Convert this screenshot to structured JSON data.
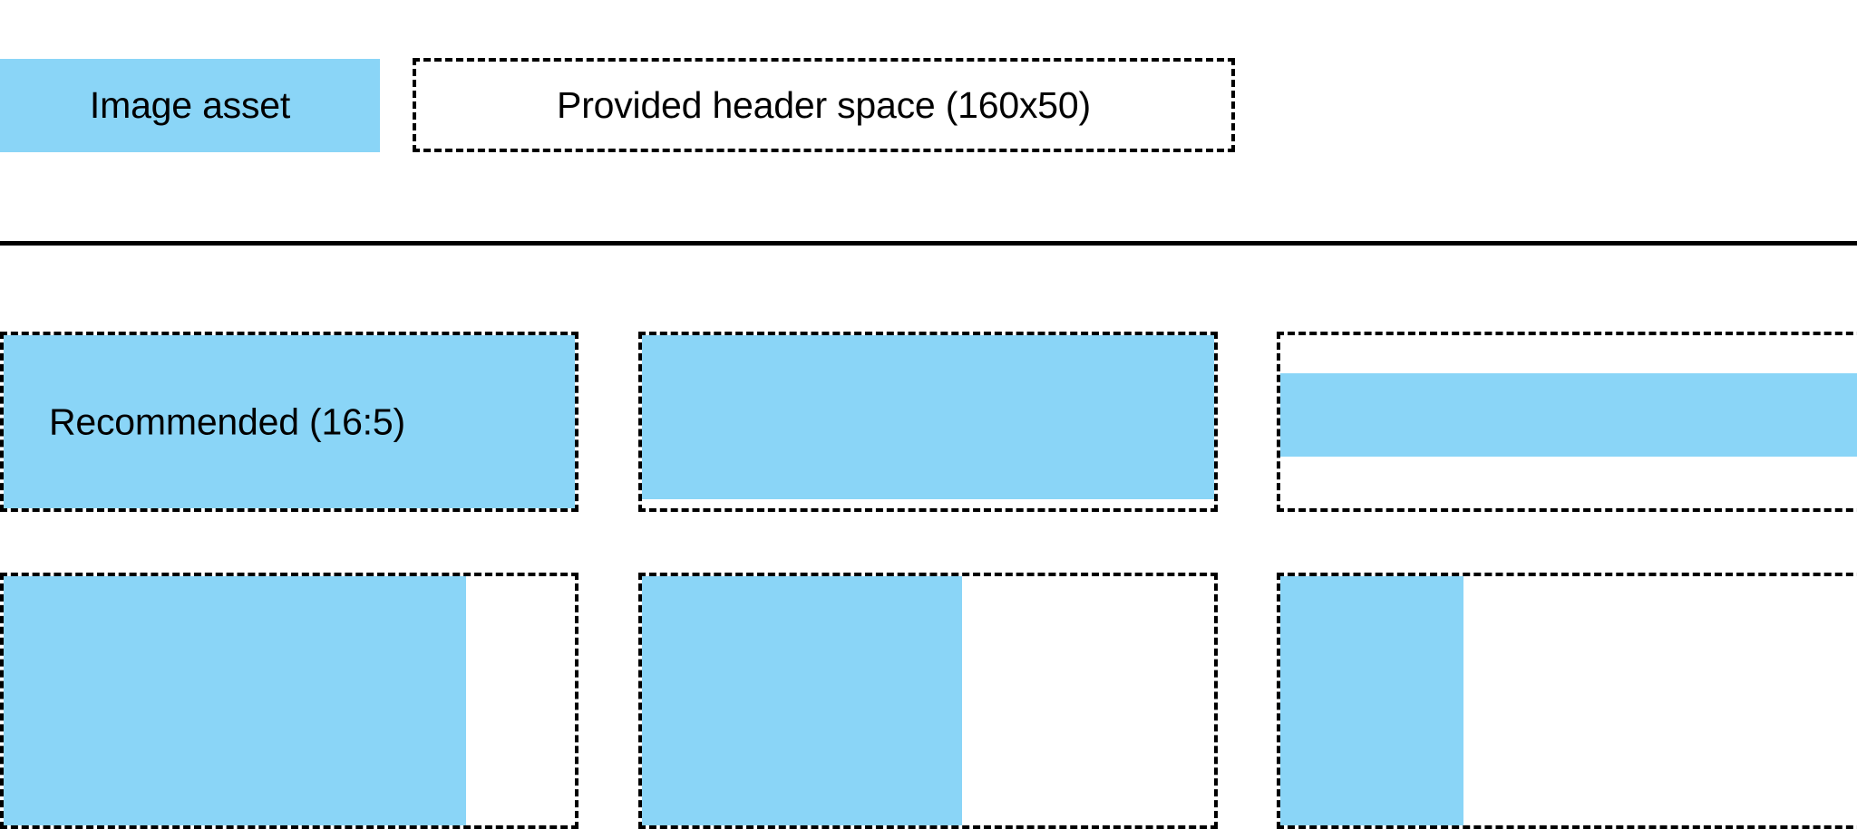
{
  "legend": {
    "swatch_label": "Image asset",
    "slot_label": "Provided header space (160x50)",
    "swatch_color": "#8AD5F7",
    "slot_border_color": "#000000"
  },
  "divider": {
    "color": "#000000"
  },
  "examples": {
    "row1": [
      {
        "caption": "Recommended (16:5)",
        "fill_left_pct": 0,
        "fill_top_pct": 0,
        "fill_width_pct": 100,
        "fill_height_pct": 100
      },
      {
        "caption": "",
        "fill_left_pct": 0,
        "fill_top_pct": 0,
        "fill_width_pct": 100,
        "fill_height_pct": 95
      },
      {
        "caption": "",
        "fill_left_pct": 0,
        "fill_top_pct": 22,
        "fill_width_pct": 100,
        "fill_height_pct": 48
      }
    ],
    "row2": [
      {
        "caption": "",
        "fill_left_pct": 0,
        "fill_top_pct": 0,
        "fill_width_pct": 81,
        "fill_height_pct": 100
      },
      {
        "caption": "",
        "fill_left_pct": 0,
        "fill_top_pct": 0,
        "fill_width_pct": 56,
        "fill_height_pct": 100
      },
      {
        "caption": "",
        "fill_left_pct": 0,
        "fill_top_pct": 0,
        "fill_width_pct": 31,
        "fill_height_pct": 100
      }
    ]
  }
}
